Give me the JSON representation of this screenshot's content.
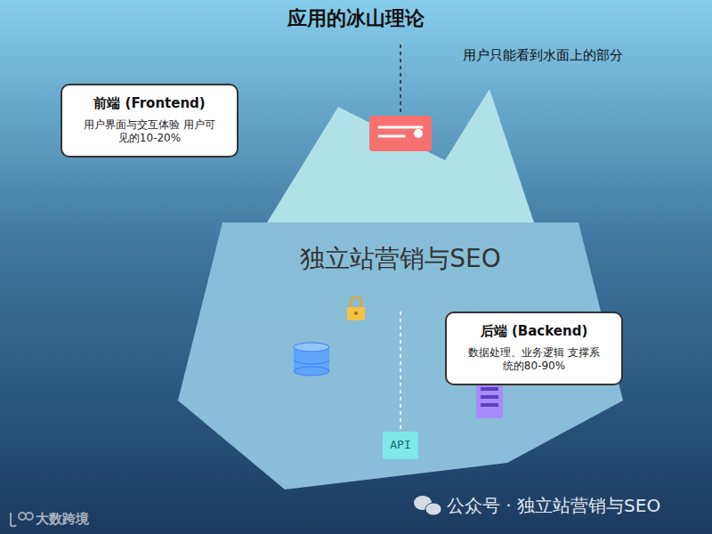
{
  "diagram": {
    "title": "应用的冰山理论",
    "nodes": [
      {
        "text": [
          "前端 (Frontend)",
          "用户界面与交互体验 用户可见的10-20%"
        ]
      },
      {
        "text": [
          "后端 (Backend)",
          "数据处理、业务逻辑 支撑系统的80-90%"
        ]
      },
      {
        "text": [
          "API"
        ]
      }
    ],
    "labels": [
      "用户只能看到水面上的部分",
      "独立站营销与SEO",
      "公众号 · 独立站营销与SEO",
      "大数跨境"
    ]
  }
}
